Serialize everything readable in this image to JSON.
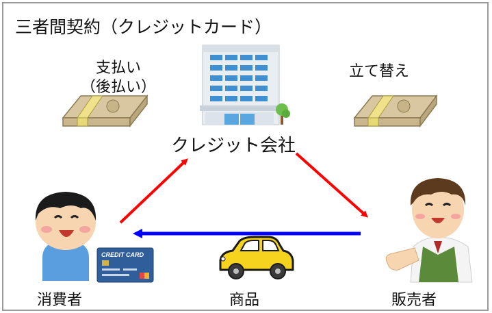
{
  "title": "三者間契約（クレジットカード）",
  "payment_label_line1": "支払い",
  "payment_label_line2": "（後払い）",
  "advance_label": "立て替え",
  "company_label": "クレジット会社",
  "consumer_label": "消費者",
  "goods_label": "商品",
  "seller_label": "販売者",
  "card_label": "CREDIT CARD",
  "icons": [
    "money-bundle-icon",
    "office-building-icon",
    "consumer-icon",
    "credit-card-icon",
    "car-icon",
    "seller-icon"
  ],
  "colors": {
    "flow_arrow": "#ff0000",
    "goods_arrow": "#0000ff",
    "frame": "#9a9a9a"
  }
}
